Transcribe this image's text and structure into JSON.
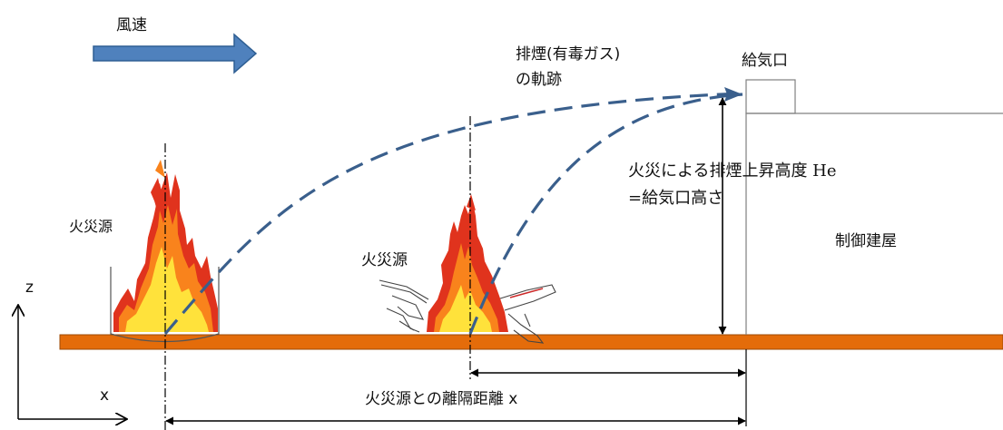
{
  "labels": {
    "wind_speed": "風速",
    "smoke_trajectory_line1": "排煙(有毒ガス)",
    "smoke_trajectory_line2": "の軌跡",
    "air_intake": "給気口",
    "plume_rise_line1": "火災による排煙上昇高度 He",
    "plume_rise_line2": "=給気口高さ",
    "fire_source_left": "火災源",
    "fire_source_center": "火災源",
    "control_building": "制御建屋",
    "axis_z": "z",
    "axis_x": "x",
    "separation_distance": "火災源との離隔距離 x"
  },
  "colors": {
    "ground": "#e46c0a",
    "ground_edge": "#9c4a06",
    "trajectory": "#3a5f8c",
    "wind_arrow": "#4f81bd",
    "wind_arrow_edge": "#2f5f93",
    "flame_red": "#e0331d",
    "flame_orange": "#f9831c",
    "flame_yellow": "#ffe23b",
    "building_line": "#808080"
  }
}
